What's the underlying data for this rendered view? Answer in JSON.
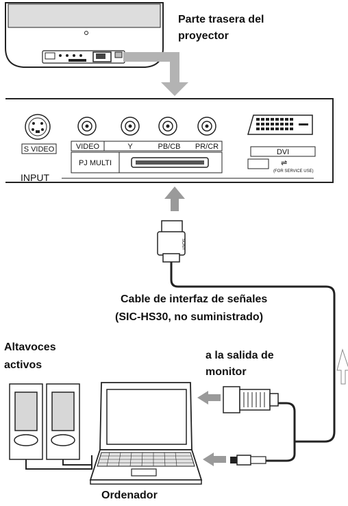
{
  "labels": {
    "rear_title_line1": "Parte trasera del",
    "rear_title_line2": "proyector",
    "cable_line1": "Cable de interfaz de señales",
    "cable_line2": "(SIC-HS30, no suministrado)",
    "speakers_line1": "Altavoces",
    "speakers_line2": "activos",
    "monitor_line1": "a la salida de",
    "monitor_line2": "monitor",
    "computer": "Ordenador"
  },
  "panel": {
    "s_video": "S VIDEO",
    "video": "VIDEO",
    "y": "Y",
    "pb_cb": "PB/CB",
    "pr_cr": "PR/CR",
    "dvi": "DVI",
    "pj_multi": "PJ MULTI",
    "input": "INPUT",
    "service_use": "(FOR SERVICE USE)"
  },
  "connector_brand": "SONY"
}
